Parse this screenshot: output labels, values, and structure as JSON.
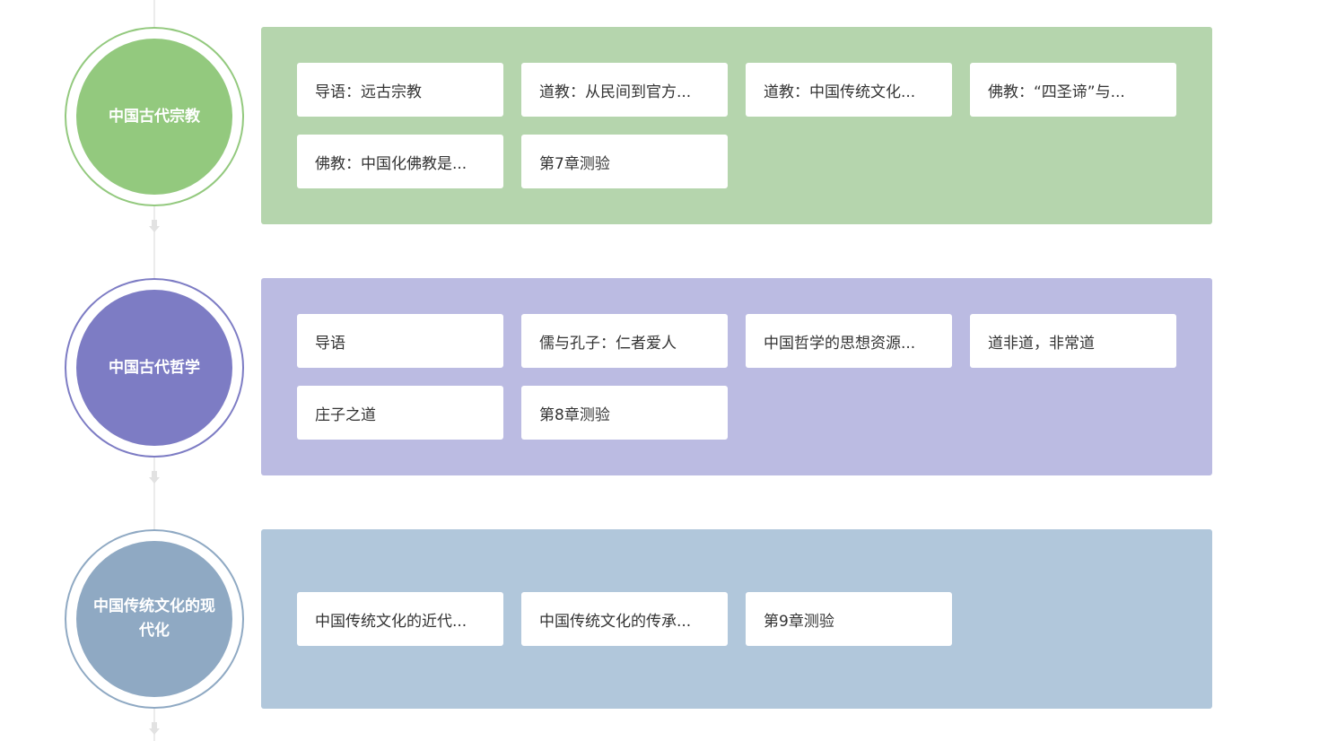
{
  "colors": {
    "green_node": "#93c97e",
    "green_panel": "#b5d5ad",
    "purple_node": "#7d7cc4",
    "purple_panel": "#bbbbe2",
    "blue_node": "#8fa9c3",
    "blue_panel": "#b1c7db",
    "line": "#ececec"
  },
  "sections": [
    {
      "title": "中国古代宗教",
      "items": [
        "导语：远古宗教",
        "道教：从民间到官方...",
        "道教：中国传统文化...",
        "佛教：“四圣谛”与...",
        "佛教：中国化佛教是...",
        "第7章测验"
      ]
    },
    {
      "title": "中国古代哲学",
      "items": [
        "导语",
        "儒与孔子：仁者爱人",
        "中国哲学的思想资源...",
        "道非道，非常道",
        "庄子之道",
        "第8章测验"
      ]
    },
    {
      "title": "中国传统文化的现代化",
      "items": [
        "中国传统文化的近代...",
        "中国传统文化的传承...",
        "第9章测验"
      ]
    }
  ]
}
